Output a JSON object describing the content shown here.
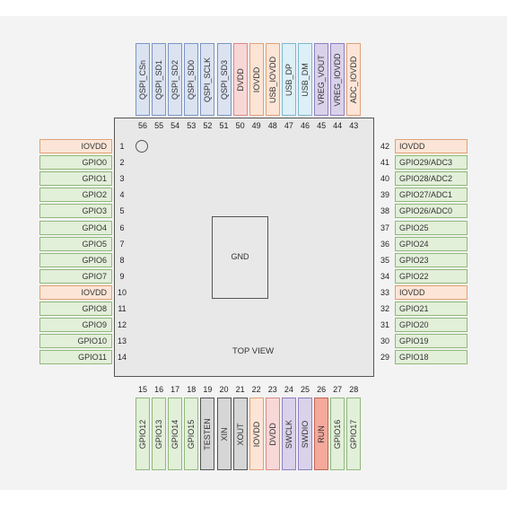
{
  "colors": {
    "gpio": "#e2efd9",
    "gpio_border": "#8fb97a",
    "power": "#fce5d6",
    "power_border": "#e0a078",
    "qspi": "#dbe3f1",
    "qspi_border": "#7c95c4",
    "dvdd": "#f8d7d7",
    "dvdd_border": "#d98a8a",
    "usb": "#ddeff7",
    "usb_border": "#7fb6cf",
    "vreg": "#d9d2ea",
    "vreg_border": "#8f7fbf",
    "xtal": "#d6d6d6",
    "xtal_border": "#555555",
    "run": "#f4a99b",
    "run_border": "#c06655"
  },
  "chip": {
    "center_label": "GND",
    "view_label": "TOP VIEW",
    "pin1_marker": "circle"
  },
  "left_pins": [
    {
      "num": "1",
      "name": "IOVDD",
      "kind": "power"
    },
    {
      "num": "2",
      "name": "GPIO0",
      "kind": "gpio"
    },
    {
      "num": "3",
      "name": "GPIO1",
      "kind": "gpio"
    },
    {
      "num": "4",
      "name": "GPIO2",
      "kind": "gpio"
    },
    {
      "num": "5",
      "name": "GPIO3",
      "kind": "gpio"
    },
    {
      "num": "6",
      "name": "GPIO4",
      "kind": "gpio"
    },
    {
      "num": "7",
      "name": "GPIO5",
      "kind": "gpio"
    },
    {
      "num": "8",
      "name": "GPIO6",
      "kind": "gpio"
    },
    {
      "num": "9",
      "name": "GPIO7",
      "kind": "gpio"
    },
    {
      "num": "10",
      "name": "IOVDD",
      "kind": "power"
    },
    {
      "num": "11",
      "name": "GPIO8",
      "kind": "gpio"
    },
    {
      "num": "12",
      "name": "GPIO9",
      "kind": "gpio"
    },
    {
      "num": "13",
      "name": "GPIO10",
      "kind": "gpio"
    },
    {
      "num": "14",
      "name": "GPIO11",
      "kind": "gpio"
    }
  ],
  "bottom_pins": [
    {
      "num": "15",
      "name": "GPIO12",
      "kind": "gpio"
    },
    {
      "num": "16",
      "name": "GPIO13",
      "kind": "gpio"
    },
    {
      "num": "17",
      "name": "GPIO14",
      "kind": "gpio"
    },
    {
      "num": "18",
      "name": "GPIO15",
      "kind": "gpio"
    },
    {
      "num": "19",
      "name": "TESTEN",
      "kind": "xtal"
    },
    {
      "num": "20",
      "name": "XIN",
      "kind": "xtal"
    },
    {
      "num": "21",
      "name": "XOUT",
      "kind": "xtal"
    },
    {
      "num": "22",
      "name": "IOVDD",
      "kind": "power"
    },
    {
      "num": "23",
      "name": "DVDD",
      "kind": "dvdd"
    },
    {
      "num": "24",
      "name": "SWCLK",
      "kind": "vreg"
    },
    {
      "num": "25",
      "name": "SWDIO",
      "kind": "vreg"
    },
    {
      "num": "26",
      "name": "RUN",
      "kind": "run"
    },
    {
      "num": "27",
      "name": "GPIO16",
      "kind": "gpio"
    },
    {
      "num": "28",
      "name": "GPIO17",
      "kind": "gpio"
    }
  ],
  "right_pins": [
    {
      "num": "42",
      "name": "IOVDD",
      "kind": "power"
    },
    {
      "num": "41",
      "name": "GPIO29/ADC3",
      "kind": "gpio"
    },
    {
      "num": "40",
      "name": "GPIO28/ADC2",
      "kind": "gpio"
    },
    {
      "num": "39",
      "name": "GPIO27/ADC1",
      "kind": "gpio"
    },
    {
      "num": "38",
      "name": "GPIO26/ADC0",
      "kind": "gpio"
    },
    {
      "num": "37",
      "name": "GPIO25",
      "kind": "gpio"
    },
    {
      "num": "36",
      "name": "GPIO24",
      "kind": "gpio"
    },
    {
      "num": "35",
      "name": "GPIO23",
      "kind": "gpio"
    },
    {
      "num": "34",
      "name": "GPIO22",
      "kind": "gpio"
    },
    {
      "num": "33",
      "name": "IOVDD",
      "kind": "power"
    },
    {
      "num": "32",
      "name": "GPIO21",
      "kind": "gpio"
    },
    {
      "num": "31",
      "name": "GPIO20",
      "kind": "gpio"
    },
    {
      "num": "30",
      "name": "GPIO19",
      "kind": "gpio"
    },
    {
      "num": "29",
      "name": "GPIO18",
      "kind": "gpio"
    }
  ],
  "top_pins": [
    {
      "num": "56",
      "name": "QSPI_CSn",
      "kind": "qspi"
    },
    {
      "num": "55",
      "name": "QSPI_SD1",
      "kind": "qspi"
    },
    {
      "num": "54",
      "name": "QSPI_SD2",
      "kind": "qspi"
    },
    {
      "num": "53",
      "name": "QSPI_SD0",
      "kind": "qspi"
    },
    {
      "num": "52",
      "name": "QSPI_SCLK",
      "kind": "qspi"
    },
    {
      "num": "51",
      "name": "QSPI_SD3",
      "kind": "qspi"
    },
    {
      "num": "50",
      "name": "DVDD",
      "kind": "dvdd"
    },
    {
      "num": "49",
      "name": "IOVDD",
      "kind": "power"
    },
    {
      "num": "48",
      "name": "USB_IOVDD",
      "kind": "power"
    },
    {
      "num": "47",
      "name": "USB_DP",
      "kind": "usb"
    },
    {
      "num": "46",
      "name": "USB_DM",
      "kind": "usb"
    },
    {
      "num": "45",
      "name": "VREG_VOUT",
      "kind": "vreg"
    },
    {
      "num": "44",
      "name": "VREG_IOVDD",
      "kind": "vreg"
    },
    {
      "num": "43",
      "name": "ADC_IOVDD",
      "kind": "power"
    }
  ]
}
